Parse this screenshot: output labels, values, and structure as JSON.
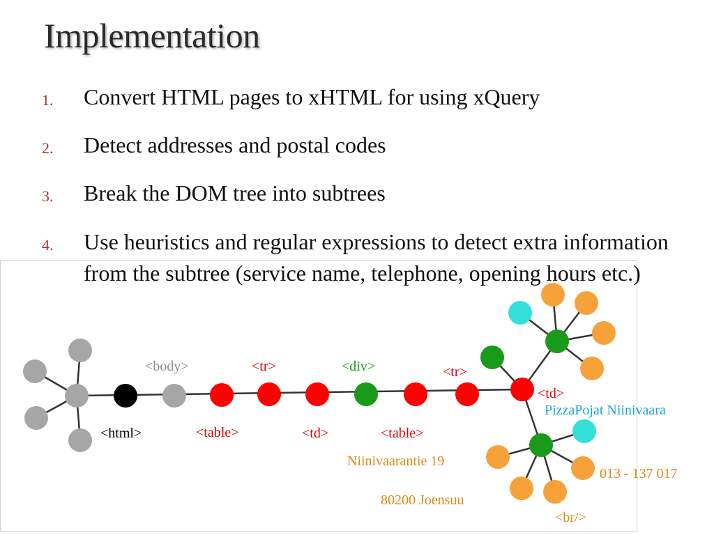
{
  "title": "Implementation",
  "bullets": [
    {
      "num": "1.",
      "text": "Convert HTML pages to xHTML for using xQuery"
    },
    {
      "num": "2.",
      "text": "Detect addresses and postal codes"
    },
    {
      "num": "3.",
      "text": "Break the DOM tree into subtrees"
    },
    {
      "num": "4.",
      "text": "Use heuristics and regular expressions to detect extra information from the subtree (service name, telephone, opening hours etc.)"
    }
  ],
  "diagram": {
    "labels": {
      "body": "<body>",
      "html": "<html>",
      "tr1": "<tr>",
      "table1": "<table>",
      "td1": "<td>",
      "div": "<div>",
      "table2": "<table>",
      "tr2": "<tr>",
      "td2": "<td>",
      "name": "PizzaPojat Niinivaara",
      "street": "Niinivaarantie 19",
      "postal": "80200 Joensuu",
      "phone": "013 - 137 017",
      "br": "<br/>"
    },
    "colors": {
      "gray": "#a6a6a6",
      "black": "#000000",
      "red": "#ff0000",
      "green": "#1a9a1a",
      "orange": "#f7a13a",
      "cyan": "#33e0d8",
      "label_gray": "#8c8c8c",
      "label_red": "#e00000",
      "label_green": "#1a9a1a",
      "label_cyan": "#1aa6d6",
      "label_orange": "#e08a16"
    }
  }
}
